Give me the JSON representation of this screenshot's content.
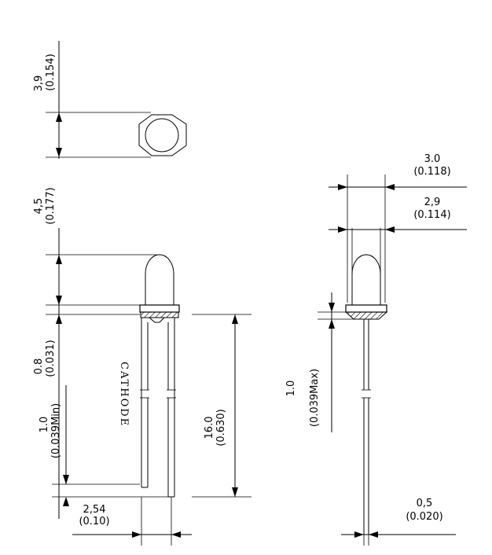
{
  "dimensions": {
    "top_view_diameter": {
      "value": "3,9",
      "alt": "(0.154)"
    },
    "lens_height": {
      "value": "4,5",
      "alt": "(0.177)"
    },
    "flange_height": {
      "value": "0.8",
      "alt": "(0.031)"
    },
    "lead_min": {
      "value": "1.0",
      "alt": "(0.039Min)"
    },
    "lead_length": {
      "value": "16.0",
      "alt": "(0.630)"
    },
    "lead_spacing": {
      "value": "2,54",
      "alt": "(0.10)"
    },
    "flange_width": {
      "value": "3.0",
      "alt": "(0.118)"
    },
    "lens_width": {
      "value": "2,9",
      "alt": "(0.114)"
    },
    "flange_max": {
      "value": "1.0",
      "alt": "(0.039Max)"
    },
    "lead_width": {
      "value": "0,5",
      "alt": "(0.020)"
    }
  },
  "labels": {
    "cathode": "CATHODE"
  }
}
